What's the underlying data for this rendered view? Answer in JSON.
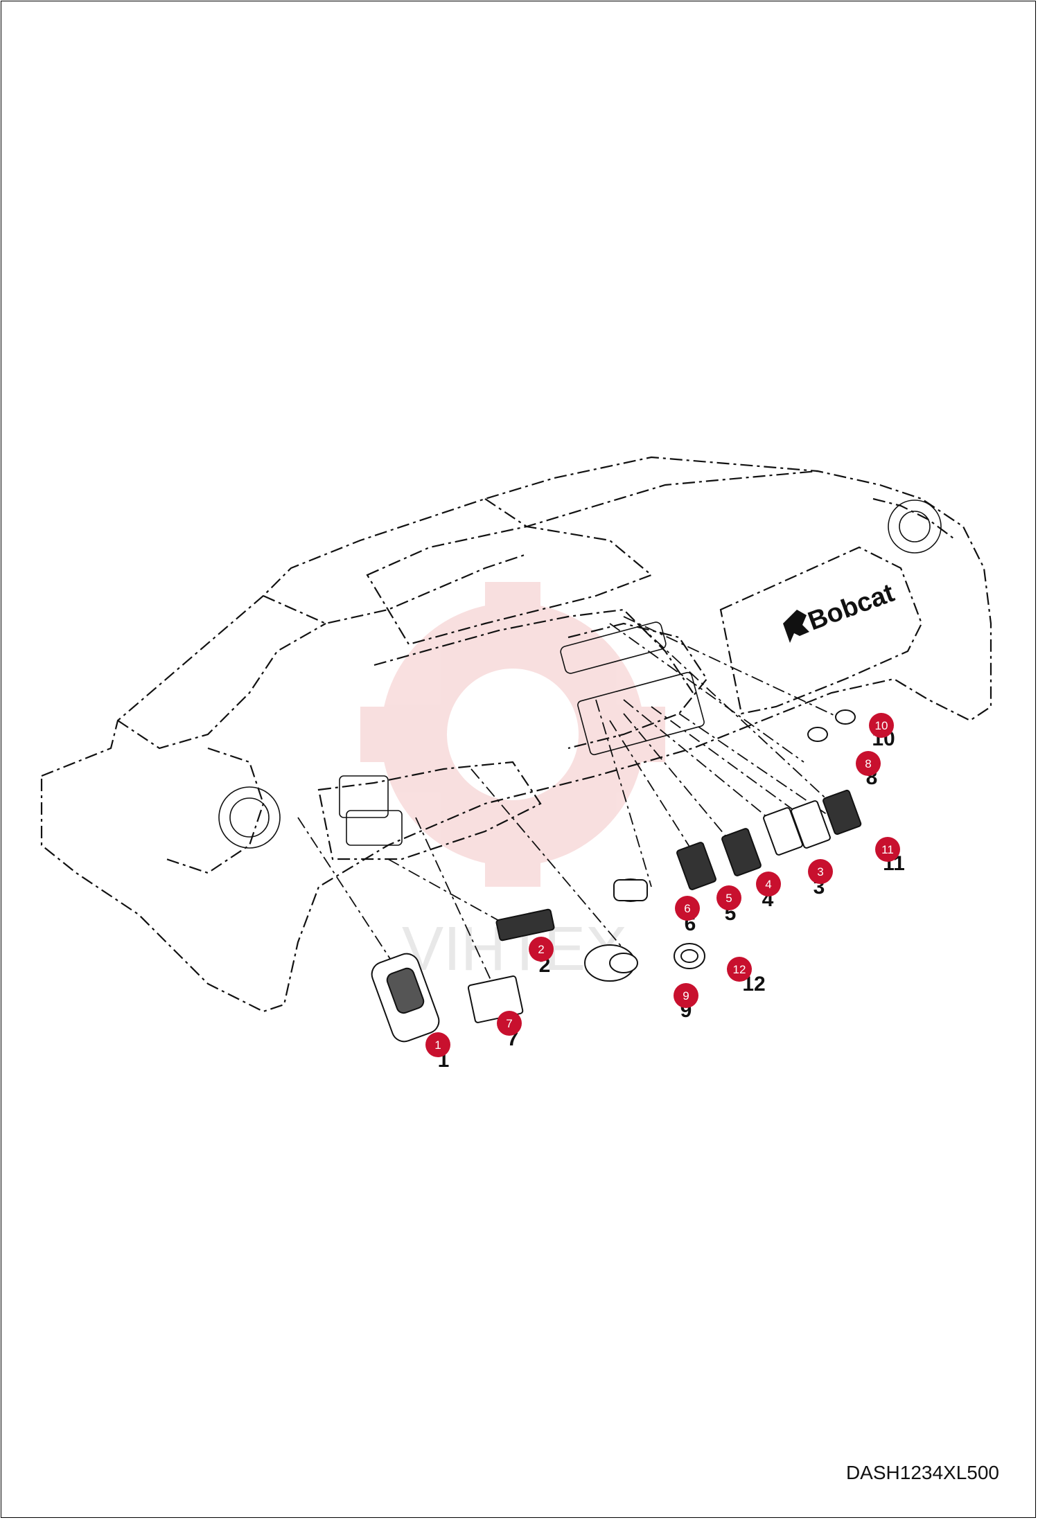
{
  "drawing_code": "DASH1234XL500",
  "brand_label": "Bobcat",
  "watermark_text": "VIHTEX",
  "callouts": [
    {
      "bubble": "1",
      "number": "1"
    },
    {
      "bubble": "2",
      "number": "2"
    },
    {
      "bubble": "3",
      "number": "3"
    },
    {
      "bubble": "4",
      "number": "4"
    },
    {
      "bubble": "5",
      "number": "5"
    },
    {
      "bubble": "6",
      "number": "6"
    },
    {
      "bubble": "7",
      "number": "7"
    },
    {
      "bubble": "8",
      "number": "8"
    },
    {
      "bubble": "9",
      "number": "9"
    },
    {
      "bubble": "10",
      "number": "10"
    },
    {
      "bubble": "11",
      "number": "11"
    },
    {
      "bubble": "12",
      "number": "12"
    }
  ],
  "colors": {
    "callout_bubble": "#c8102e",
    "line": "#111111",
    "watermark": "#f4c6c6"
  },
  "icons": [
    "bobcat-logo-icon",
    "gear-watermark-icon"
  ]
}
